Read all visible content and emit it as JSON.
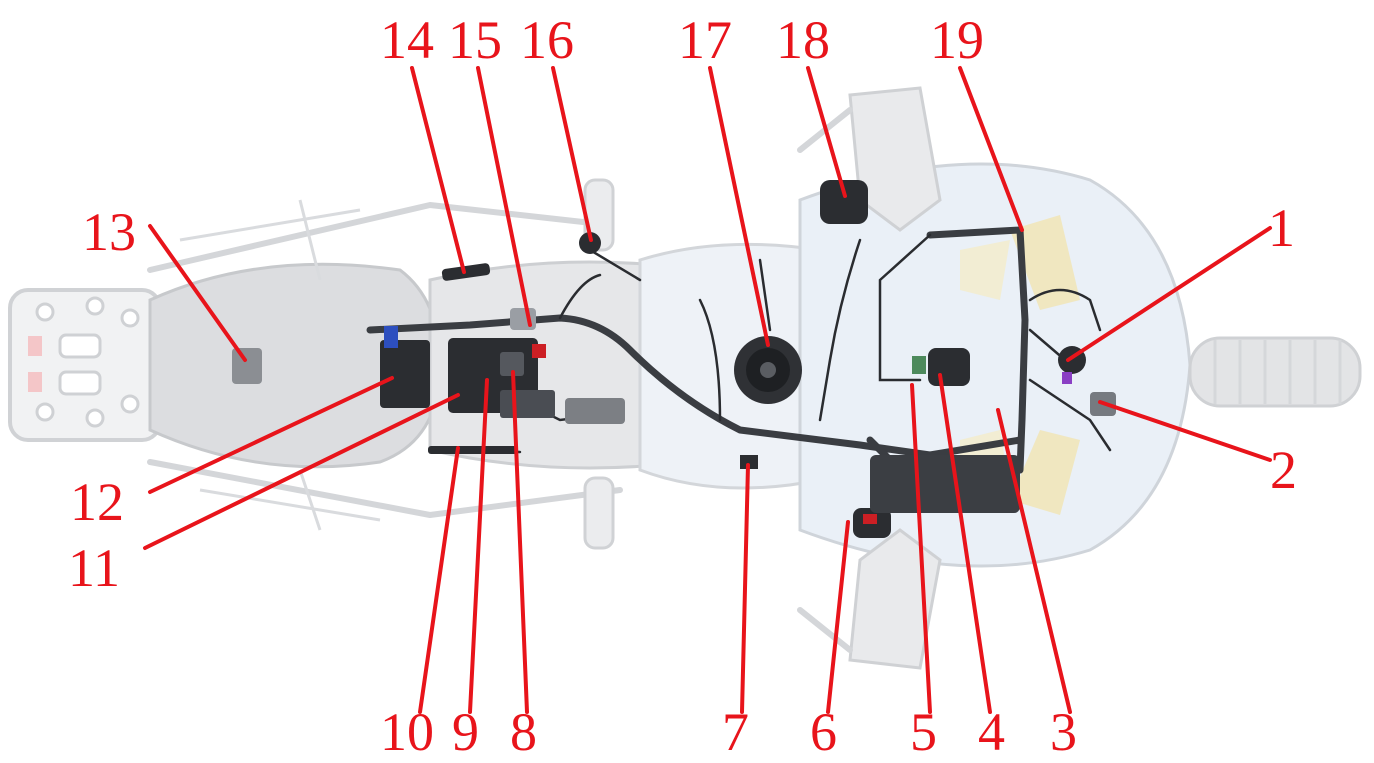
{
  "diagram": {
    "callouts": [
      {
        "id": "c1",
        "label": "1"
      },
      {
        "id": "c2",
        "label": "2"
      },
      {
        "id": "c3",
        "label": "3"
      },
      {
        "id": "c4",
        "label": "4"
      },
      {
        "id": "c5",
        "label": "5"
      },
      {
        "id": "c6",
        "label": "6"
      },
      {
        "id": "c7",
        "label": "7"
      },
      {
        "id": "c8",
        "label": "8"
      },
      {
        "id": "c9",
        "label": "9"
      },
      {
        "id": "c10",
        "label": "10"
      },
      {
        "id": "c11",
        "label": "11"
      },
      {
        "id": "c12",
        "label": "12"
      },
      {
        "id": "c13",
        "label": "13"
      },
      {
        "id": "c14",
        "label": "14"
      },
      {
        "id": "c15",
        "label": "15"
      },
      {
        "id": "c16",
        "label": "16"
      },
      {
        "id": "c17",
        "label": "17"
      },
      {
        "id": "c18",
        "label": "18"
      },
      {
        "id": "c19",
        "label": "19"
      }
    ],
    "colors": {
      "callout": "#e8141b",
      "harness": "#3a3d42",
      "body_ghost": "#d4d6d9",
      "accent_yellow": "#f2e3a8",
      "accent_blue": "#cfe1f4"
    }
  }
}
